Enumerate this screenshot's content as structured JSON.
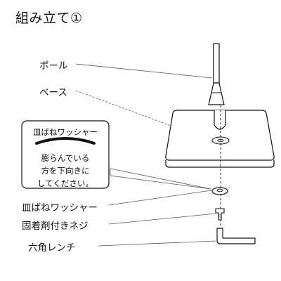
{
  "title": "組み立て①",
  "labels": {
    "pole": "ポール",
    "base": "ベース",
    "washer": "皿ばねワッシャー",
    "bolt": "固着剤付きネジ",
    "wrench": "六角レンチ"
  },
  "callout": {
    "title": "皿ばねワッシャー",
    "lines": [
      "膨らんでいる",
      "方を下向きに",
      "してください。"
    ]
  },
  "colors": {
    "line": "#111111",
    "leader": "#555555",
    "fill": "#ffffff",
    "part_fill": "#f2f2f2"
  }
}
